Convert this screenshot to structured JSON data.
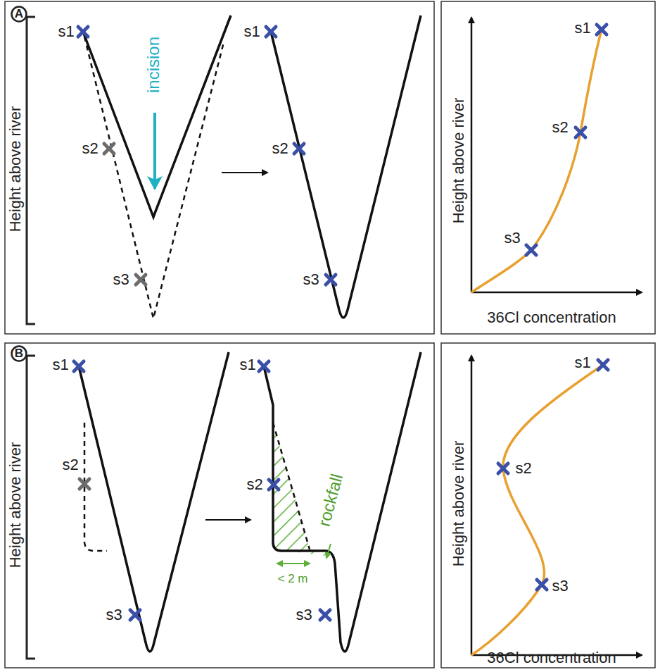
{
  "diagram": {
    "nodes": [
      {
        "text": [
          "A"
        ]
      },
      {
        "text": [
          "B"
        ]
      }
    ],
    "labels": [
      "s1",
      "incision",
      "Height above river",
      "s2",
      "s3",
      "s1",
      "s2",
      "s3",
      "s1",
      "s2",
      "s3",
      "Height above river",
      "36Cl concentration",
      "s1",
      "Height above river",
      "s2",
      "s3",
      "s1",
      "s2",
      "rockfall",
      "< 2 m",
      "s3",
      "s1",
      "s2",
      "s3",
      "Height above river",
      "36Cl concentration"
    ]
  }
}
